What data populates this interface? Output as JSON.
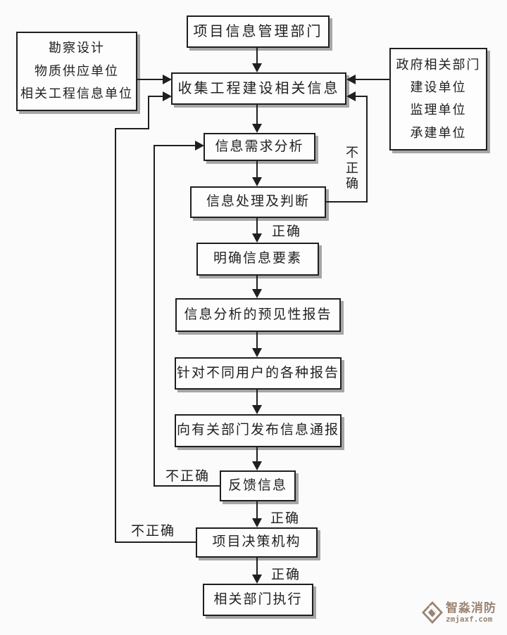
{
  "diagram": {
    "title_note": "",
    "nodes": {
      "top": "项目信息管理部门",
      "left_sources": [
        "勘察设计",
        "物质供应单位",
        "相关工程信息单位"
      ],
      "right_sources": [
        "政府相关部门",
        "建设单位",
        "监理单位",
        "承建单位"
      ],
      "collect": "收集工程建设相关信息",
      "demand_analysis": "信息需求分析",
      "processing": "信息处理及判断",
      "clarify": "明确信息要素",
      "predictive_report": "信息分析的预见性报告",
      "user_reports": "针对不同用户的各种报告",
      "publish": "向有关部门发布信息通报",
      "feedback": "反馈信息",
      "decision": "项目决策机构",
      "execute": "相关部门执行"
    },
    "edge_labels": {
      "correct": "正确",
      "incorrect": "不正确"
    },
    "colors": {
      "line": "#1f1f1f",
      "box_shadow": "#a6a6a6",
      "background": "#fbfbfb",
      "watermark": "#9a8473"
    }
  },
  "watermark": {
    "brand": "智淼消防",
    "url": "zmjaxf.com"
  }
}
